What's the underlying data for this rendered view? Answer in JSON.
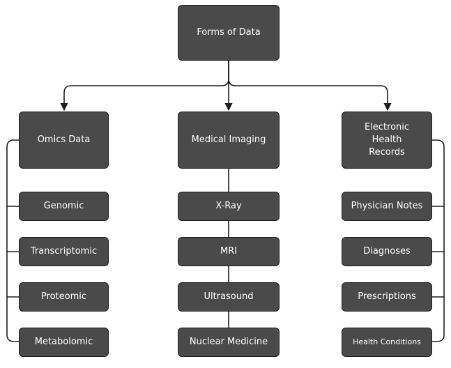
{
  "diagram": {
    "root": {
      "label": "Forms of Data"
    },
    "categories": [
      {
        "label": "Omics Data",
        "items": [
          "Genomic",
          "Transcriptomic",
          "Proteomic",
          "Metabolomic"
        ]
      },
      {
        "label": "Medical Imaging",
        "items": [
          "X-Ray",
          "MRI",
          "Ultrasound",
          "Nuclear Medicine"
        ]
      },
      {
        "label": "Electronic Health Records",
        "items": [
          "Physician Notes",
          "Diagnoses",
          "Prescriptions",
          "Health Conditions"
        ]
      }
    ],
    "colors": {
      "node_fill": "#4a4a4a",
      "node_border": "#1e1e1e",
      "connector": "#1e1e1e",
      "text": "#ffffff"
    }
  }
}
